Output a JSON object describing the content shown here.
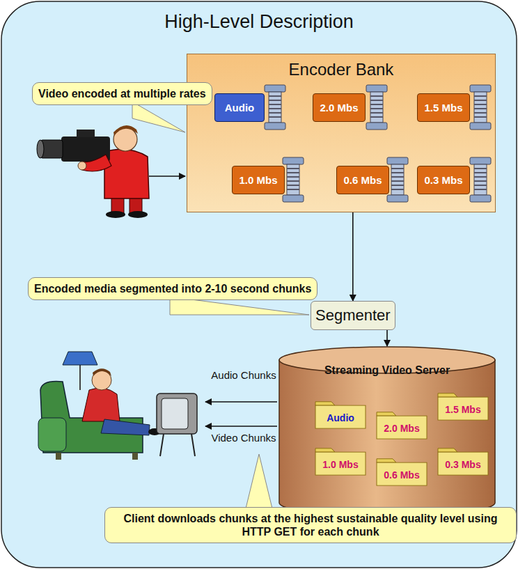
{
  "diagram": {
    "nodes": [
      {
        "text": [
          "High-Level Description"
        ]
      },
      {
        "text": [
          "Encoder Bank"
        ],
        "in": 0
      },
      {
        "text": [
          "Audio"
        ],
        "in": 1
      },
      {
        "text": [
          "2.0 Mbs"
        ],
        "in": 1
      },
      {
        "text": [
          "1.5 Mbs"
        ],
        "in": 1
      },
      {
        "text": [
          "1.0 Mbs"
        ],
        "in": 1
      },
      {
        "text": [
          "0.6 Mbs"
        ],
        "in": 1
      },
      {
        "text": [
          "0.3 Mbs"
        ],
        "in": 1
      },
      {
        "text": [
          "Segmenter"
        ],
        "in": 0
      },
      {
        "text": [
          "Streaming Video Server"
        ],
        "in": 0
      },
      {
        "text": [
          "Audio"
        ],
        "in": 9
      },
      {
        "text": [
          "2.0 Mbs"
        ],
        "in": 9
      },
      {
        "text": [
          "1.5 Mbs"
        ],
        "in": 9
      },
      {
        "text": [
          "1.0 Mbs"
        ],
        "in": 9
      },
      {
        "text": [
          "0.6 Mbs"
        ],
        "in": 9
      },
      {
        "text": [
          "0.3 Mbs"
        ],
        "in": 9
      },
      {
        "text": [
          "Video encoded at multiple rates"
        ],
        "in": 0
      },
      {
        "text": [
          "Encoded media segmented into 2-10 second chunks"
        ],
        "in": 0
      },
      {
        "text": [
          "Client downloads chunks at the highest sustainable quality level using HTTP GET for each chunk"
        ],
        "in": 0
      }
    ],
    "edges": [
      {
        "from": 1,
        "to": 8,
        "arrow": "to"
      },
      {
        "from": 8,
        "to": 9,
        "arrow": "to"
      }
    ],
    "labels": [
      "Audio Chunks",
      "Video Chunks"
    ]
  }
}
